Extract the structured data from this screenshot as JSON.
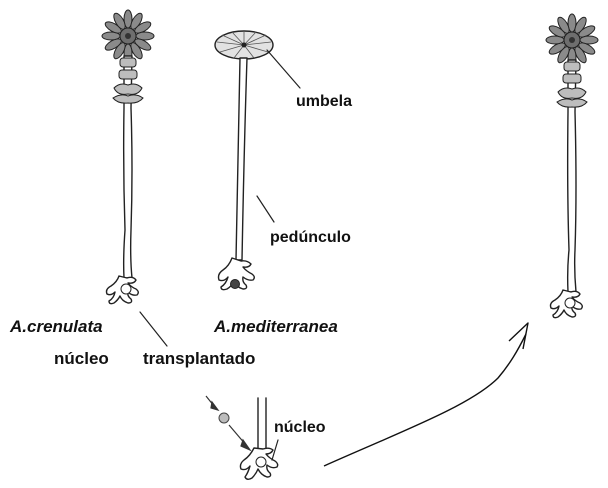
{
  "labels": {
    "umbela": "umbela",
    "peduncle": "pedúnculo",
    "species_left": "A.crenulata",
    "species_right": "A.mediterranea",
    "nucleus_left": "núcleo",
    "transplanted": "transplantado",
    "nucleus_bottom": "núcleo"
  }
}
